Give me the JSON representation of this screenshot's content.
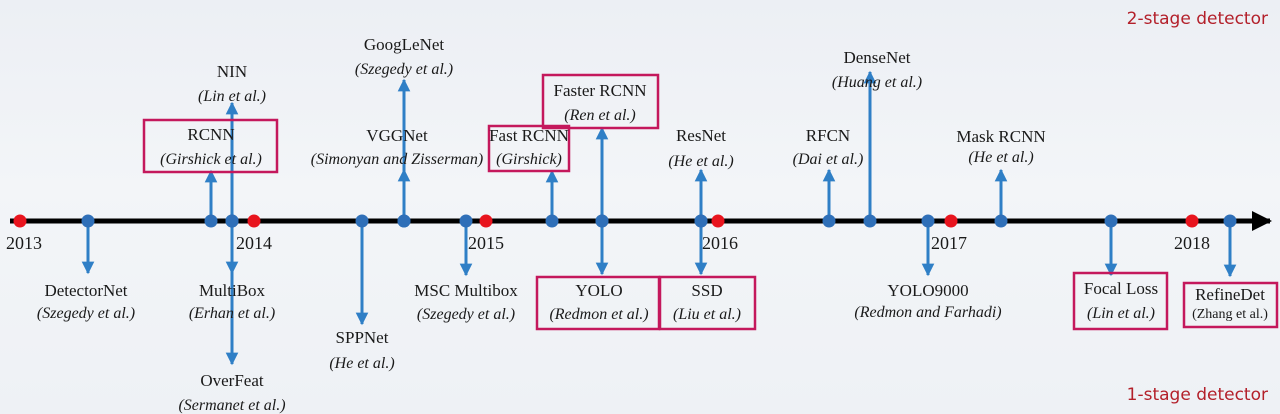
{
  "header": {
    "two_stage_label": "2-stage detector"
  },
  "footer": {
    "one_stage_label": "1-stage detector"
  },
  "colors": {
    "arrow": "#2f7fc6",
    "node": "#2f6fb8",
    "year_dot": "#e8141e",
    "highlight": "#c4185c",
    "axis": "#000000",
    "corner_text": "#b3202a"
  },
  "years": [
    "2013",
    "2014",
    "2015",
    "2016",
    "2017",
    "2018"
  ],
  "events": [
    {
      "name": "NIN",
      "authors": "Lin et al.",
      "stage": "two",
      "highlighted": false
    },
    {
      "name": "RCNN",
      "authors": "Girshick et al.",
      "stage": "two",
      "highlighted": true
    },
    {
      "name": "GoogLeNet",
      "authors": "Szegedy et al.",
      "stage": "two",
      "highlighted": false
    },
    {
      "name": "VGGNet",
      "authors": "Simonyan and Zisserman",
      "stage": "two",
      "highlighted": false
    },
    {
      "name": "Fast RCNN",
      "authors": "Girshick",
      "stage": "two",
      "highlighted": true
    },
    {
      "name": "Faster RCNN",
      "authors": "Ren et al.",
      "stage": "two",
      "highlighted": true
    },
    {
      "name": "ResNet",
      "authors": "He et al.",
      "stage": "two",
      "highlighted": false
    },
    {
      "name": "RFCN",
      "authors": "Dai et al.",
      "stage": "two",
      "highlighted": false
    },
    {
      "name": "DenseNet",
      "authors": "Huang et al.",
      "stage": "two",
      "highlighted": false
    },
    {
      "name": "Mask RCNN",
      "authors": "He et al.",
      "stage": "two",
      "highlighted": false
    },
    {
      "name": "DetectorNet",
      "authors": "Szegedy et al.",
      "stage": "one",
      "highlighted": false
    },
    {
      "name": "MultiBox",
      "authors": "Erhan et al.",
      "stage": "one",
      "highlighted": false
    },
    {
      "name": "OverFeat",
      "authors": "Sermanet et al.",
      "stage": "one",
      "highlighted": false
    },
    {
      "name": "SPPNet",
      "authors": "He et al.",
      "stage": "one",
      "highlighted": false
    },
    {
      "name": "MSC Multibox",
      "authors": "Szegedy et al.",
      "stage": "one",
      "highlighted": false
    },
    {
      "name": "YOLO",
      "authors": "Redmon et al.",
      "stage": "one",
      "highlighted": true
    },
    {
      "name": "SSD",
      "authors": "Liu et al.",
      "stage": "one",
      "highlighted": true
    },
    {
      "name": "YOLO9000",
      "authors": "Redmon and Farhadi",
      "stage": "one",
      "highlighted": false
    },
    {
      "name": "Focal Loss",
      "authors": "Lin et al.",
      "stage": "one",
      "highlighted": true
    },
    {
      "name": "RefineDet",
      "authors": "Zhang et al.",
      "stage": "one",
      "highlighted": true
    }
  ]
}
